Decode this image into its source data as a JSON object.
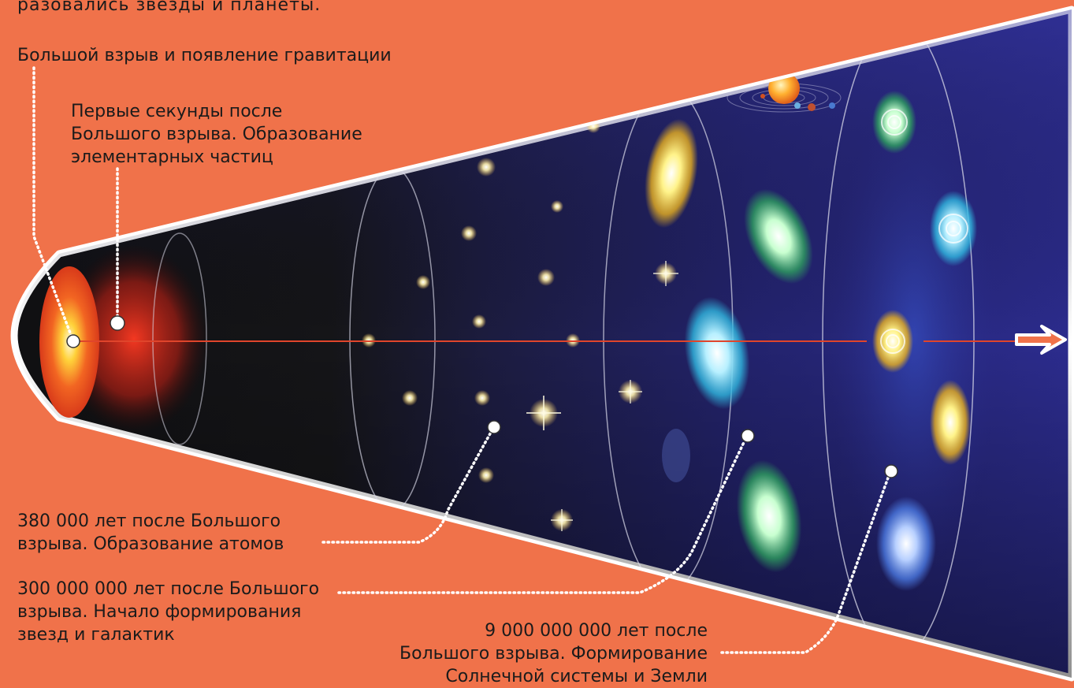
{
  "labels": {
    "top_fragment": "разовались звезды и планеты.",
    "big_bang": "Большой взрыв и появление гравитации",
    "first_seconds": "Первые секунды после\nБольшого взрыва. Образование\nэлементарных частиц",
    "atoms": "380 000 лет после Большого\nвзрыва. Образование атомов",
    "stars_galaxies": "300 000 000 лет после Большого\nвзрыва. Начало формирования\nзвезд и галактик",
    "solar_system": "9 000 000 000 лет после\nБольшого взрыва. Формирование\nСолнечной системы и Земли"
  },
  "colors": {
    "background": "#f0724a",
    "cone_dark": "#151518",
    "cone_blue": "#2a2a88",
    "outline": "#ffffff",
    "axis": "#e0452b"
  }
}
